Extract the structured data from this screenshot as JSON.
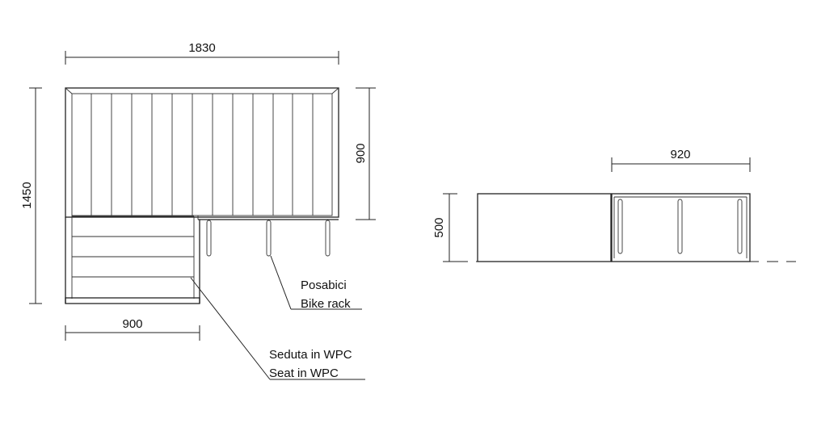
{
  "dimensions": {
    "top_width": "1830",
    "total_height": "1450",
    "back_height": "900",
    "seat_width": "900",
    "side_width": "920",
    "side_height": "500"
  },
  "labels": {
    "bike_rack_it": "Posabici",
    "bike_rack_en": "Bike rack",
    "seat_it": "Seduta in WPC",
    "seat_en": "Seat in WPC"
  }
}
